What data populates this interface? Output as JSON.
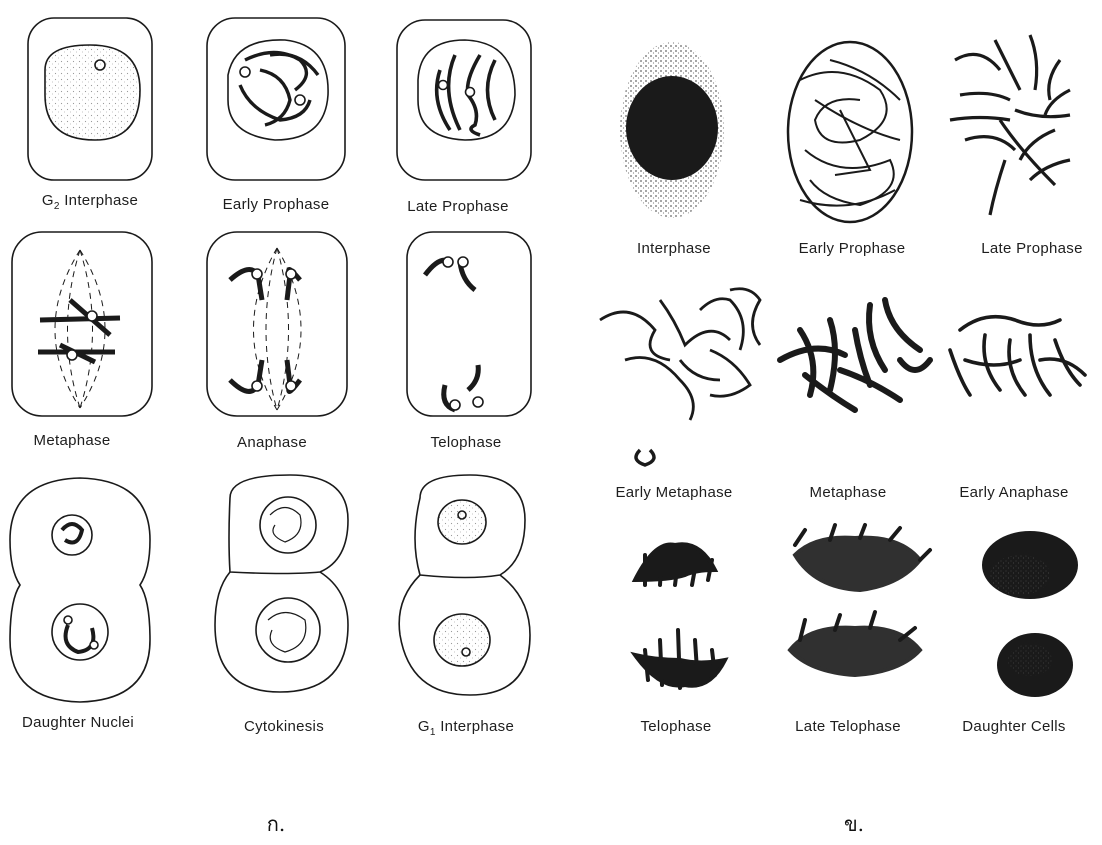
{
  "panel_a": {
    "mark": "ก.",
    "stages": [
      {
        "label": "G",
        "sub": "2",
        "label_rest": " Interphase"
      },
      {
        "label": "Early Prophase"
      },
      {
        "label": "Late Prophase"
      },
      {
        "label": "Metaphase"
      },
      {
        "label": "Anaphase"
      },
      {
        "label": "Telophase"
      },
      {
        "label": "Daughter Nuclei"
      },
      {
        "label": "Cytokinesis"
      },
      {
        "label": "G",
        "sub": "1",
        "label_rest": " Interphase"
      }
    ]
  },
  "panel_b": {
    "mark": "ข.",
    "stages": [
      {
        "label": "Interphase"
      },
      {
        "label": "Early Prophase"
      },
      {
        "label": "Late Prophase"
      },
      {
        "label": "Early Metaphase"
      },
      {
        "label": "Metaphase"
      },
      {
        "label": "Early Anaphase"
      },
      {
        "label": "Telophase"
      },
      {
        "label": "Late Telophase"
      },
      {
        "label": "Daughter Cells"
      }
    ]
  },
  "colors": {
    "ink": "#1a1a1a",
    "paper": "#ffffff",
    "stipple": "#8a8a8a"
  }
}
